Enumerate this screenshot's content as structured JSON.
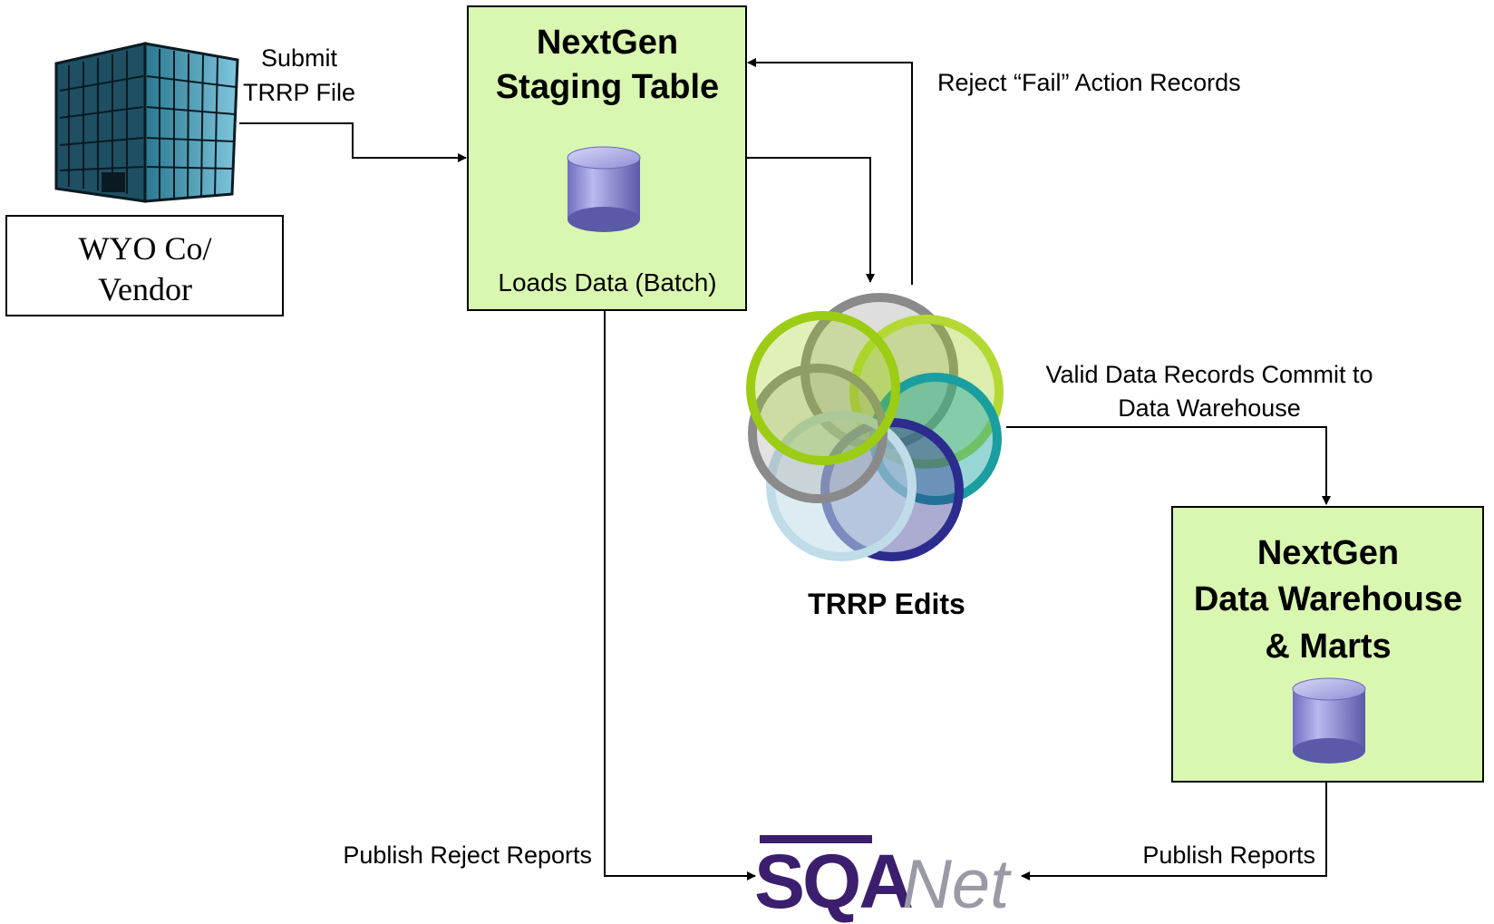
{
  "colors": {
    "box_fill": "#d9f7b0",
    "cylinder": "#9a9adf",
    "ring_gray": "#8a8a8a",
    "ring_lime": "#9ccc14",
    "ring_teal": "#1aa3a3",
    "ring_navy": "#2c2c8e",
    "ring_lightblue": "#bfdce8",
    "sqa_navy": "#3b1f6e",
    "net_gray": "#9a9aa6"
  },
  "vendor": {
    "icon": "office-building-icon",
    "label_line1": "WYO Co/",
    "label_line2": "Vendor"
  },
  "staging": {
    "title_line1": "NextGen",
    "title_line2": "Staging Table",
    "icon": "database-icon",
    "caption": "Loads Data (Batch)"
  },
  "edits": {
    "icon": "overlapping-rings-icon",
    "label": "TRRP Edits"
  },
  "warehouse": {
    "title_line1": "NextGen",
    "title_line2": "Data Warehouse",
    "title_line3": "& Marts",
    "icon": "database-icon"
  },
  "sqanet": {
    "logo_part1": "SQA",
    "logo_part2": "Net"
  },
  "flows": {
    "submit_line1": "Submit",
    "submit_line2": "TRRP File",
    "reject_fail": "Reject “Fail” Action Records",
    "valid_line1": "Valid Data Records Commit to",
    "valid_line2": "Data Warehouse",
    "publish_reject": "Publish Reject Reports",
    "publish_reports": "Publish Reports"
  }
}
